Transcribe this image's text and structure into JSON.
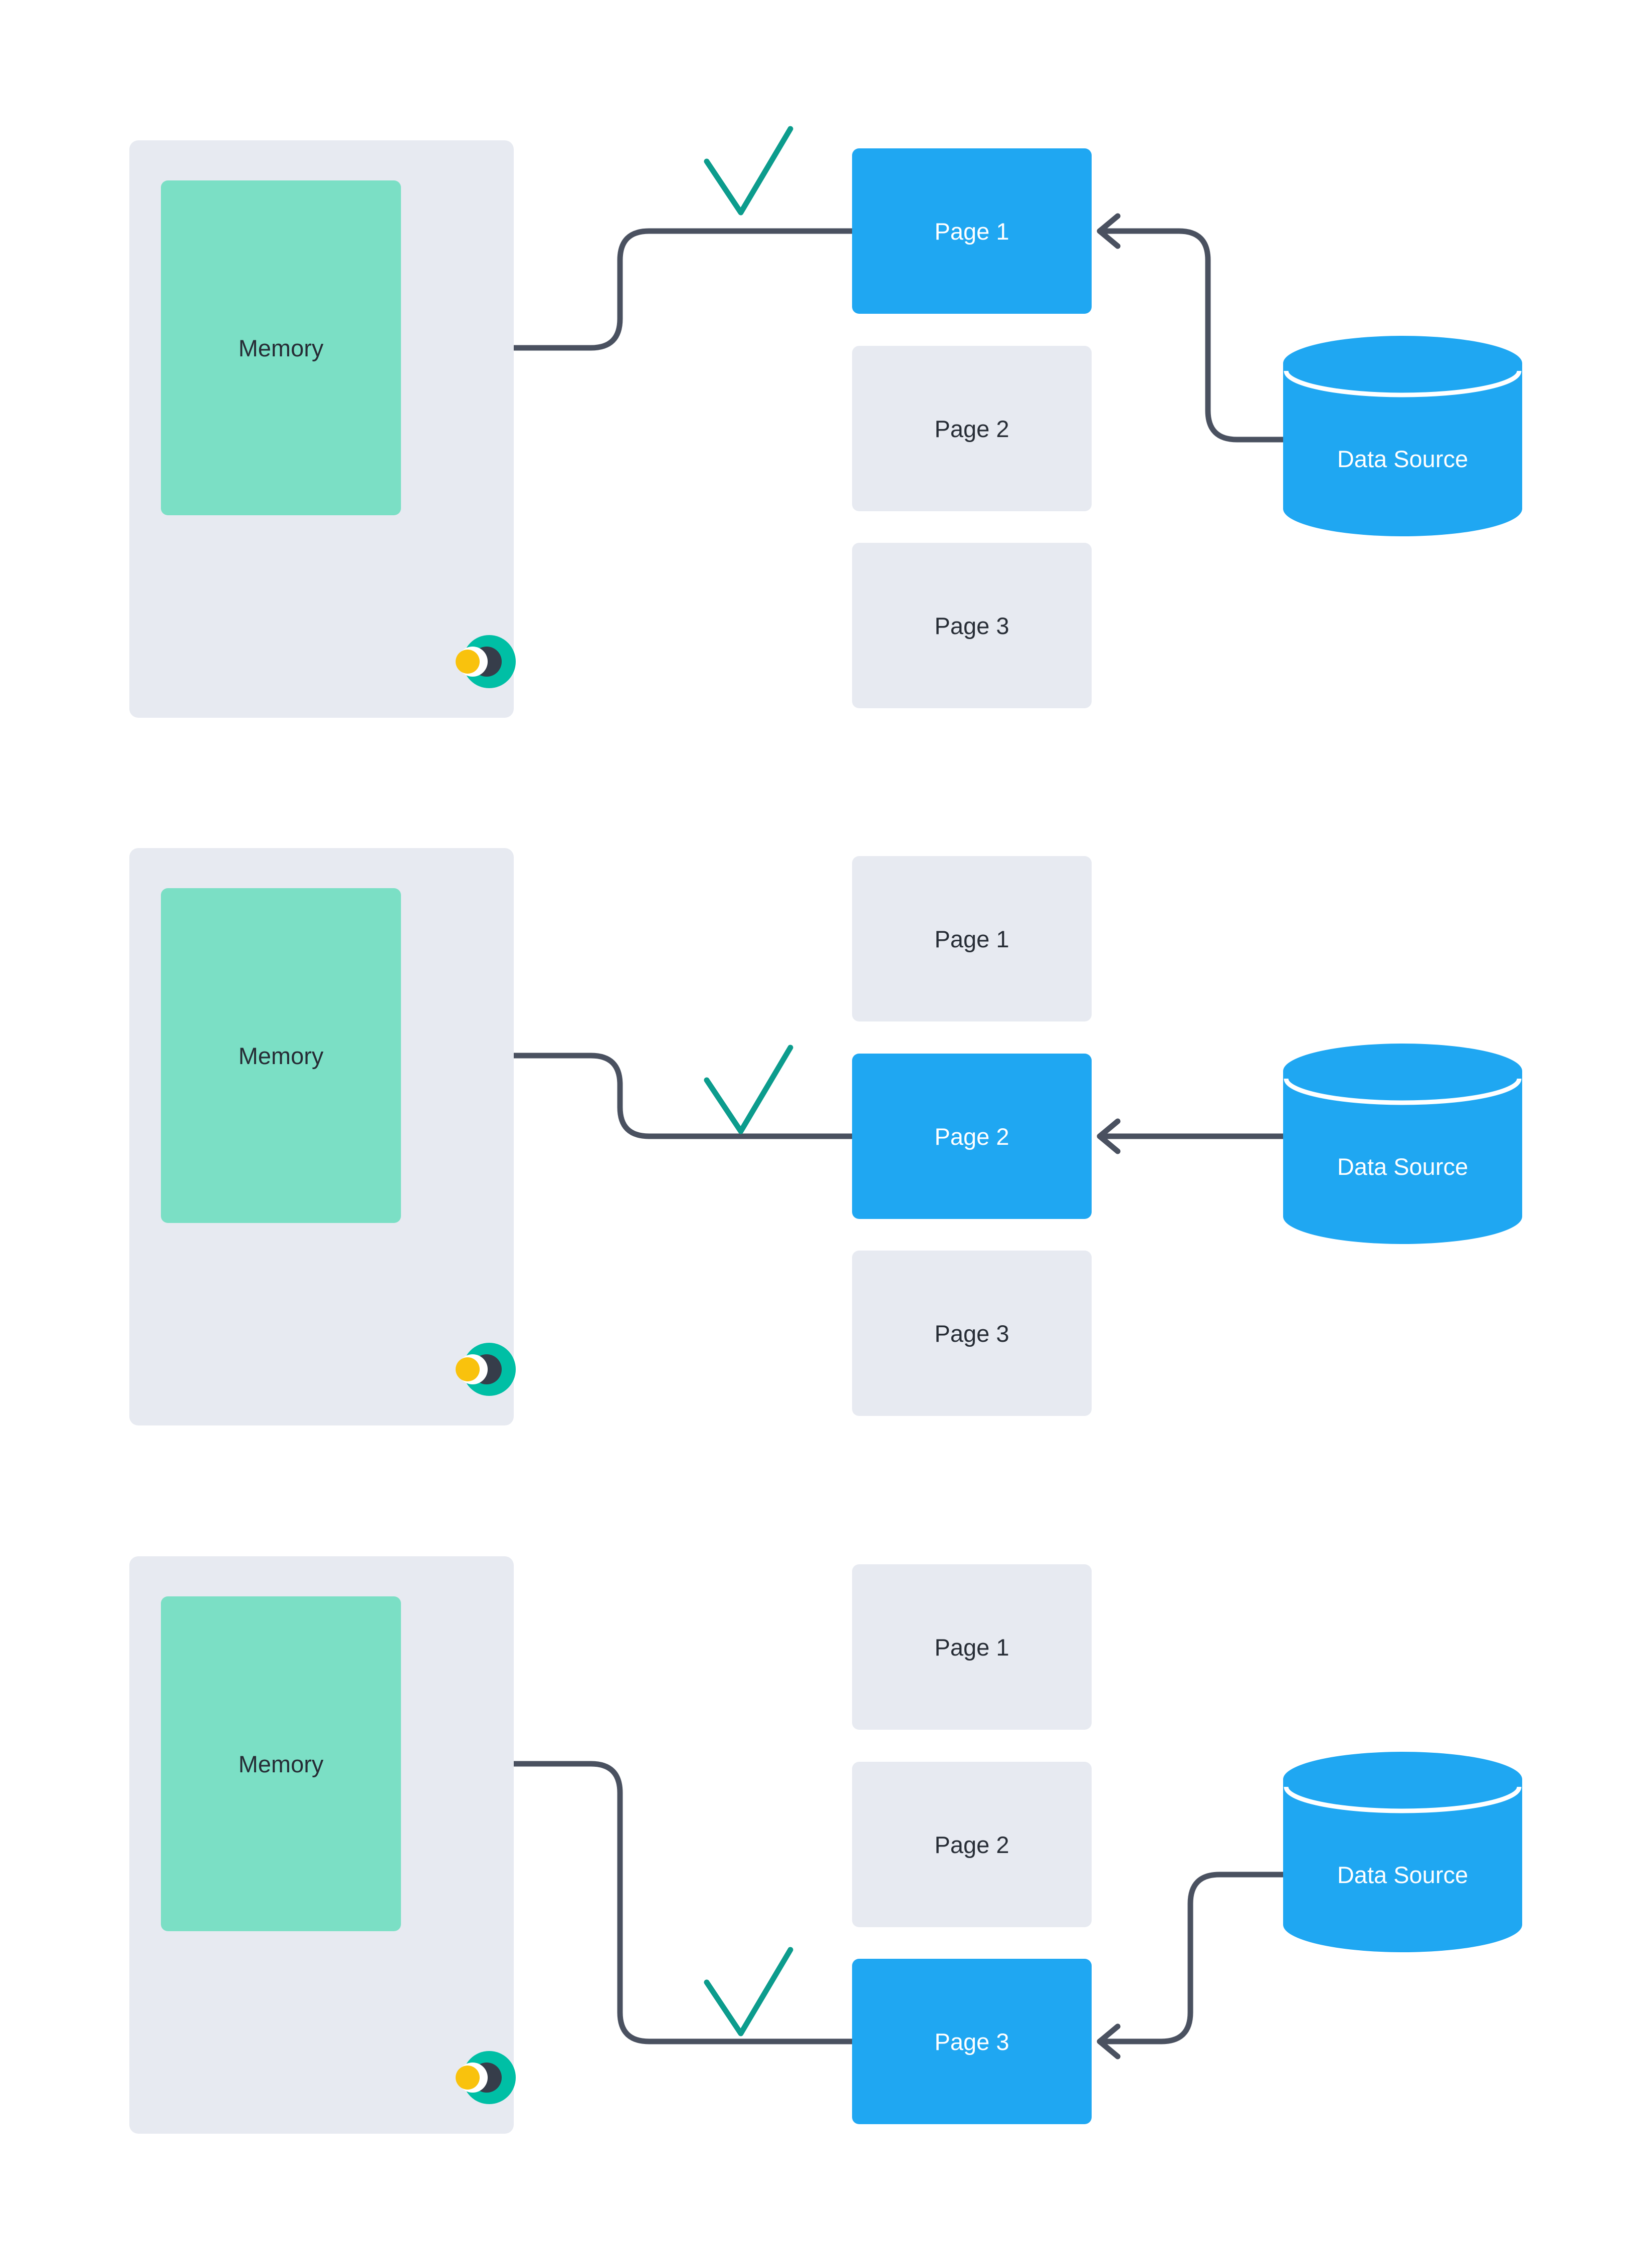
{
  "colors": {
    "blue": "#1FA7F2",
    "gray": "#E7EAF1",
    "teal": "#7BDFC5",
    "text": "#272D36",
    "arrow": "#4A5160",
    "check": "#0C9C8D",
    "logo_yellow": "#F9C20D",
    "logo_dark": "#363D4A",
    "logo_teal": "#00BFA5"
  },
  "icons": {
    "checkmark": "check-icon",
    "logo": "app-logo",
    "arrowhead": "arrow-left-icon"
  },
  "panels": [
    {
      "memory_label": "Memory",
      "datasource_label": "Data Source",
      "active_page": 0,
      "pages": [
        {
          "label": "Page 1"
        },
        {
          "label": "Page 2"
        },
        {
          "label": "Page 3"
        }
      ]
    },
    {
      "memory_label": "Memory",
      "datasource_label": "Data Source",
      "active_page": 1,
      "pages": [
        {
          "label": "Page 1"
        },
        {
          "label": "Page 2"
        },
        {
          "label": "Page 3"
        }
      ]
    },
    {
      "memory_label": "Memory",
      "datasource_label": "Data Source",
      "active_page": 2,
      "pages": [
        {
          "label": "Page 1"
        },
        {
          "label": "Page 2"
        },
        {
          "label": "Page 3"
        }
      ]
    }
  ]
}
